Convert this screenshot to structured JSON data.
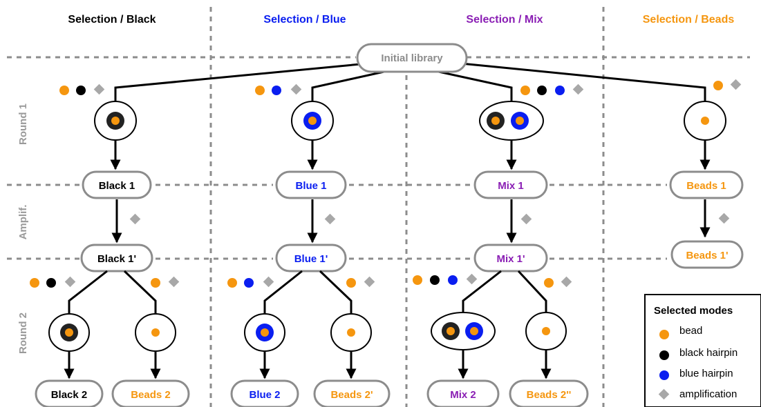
{
  "colors": {
    "black": "#000000",
    "blue": "#0a1ef0",
    "mix": "#8a1eb4",
    "beads": "#f5960f",
    "gray": "#9a9a9a",
    "amplification": "#a8a8a8"
  },
  "columns": [
    {
      "title": "Selection / Black",
      "color": "black"
    },
    {
      "title": "Selection / Blue",
      "color": "blue"
    },
    {
      "title": "Selection / Mix",
      "color": "mix"
    },
    {
      "title": "Selection / Beads",
      "color": "beads"
    }
  ],
  "rows": [
    "Round 1",
    "Amplif.",
    "Round 2"
  ],
  "initial_library": "Initial library",
  "nodes": {
    "black_1": "Black 1",
    "blue_1": "Blue 1",
    "mix_1": "Mix 1",
    "beads_1": "Beads 1",
    "black_1p": "Black 1'",
    "blue_1p": "Blue 1'",
    "mix_1p": "Mix 1'",
    "beads_1p": "Beads 1'",
    "black_2": "Black 2",
    "beads_2": "Beads 2",
    "blue_2": "Blue 2",
    "beads_2p": "Beads 2'",
    "mix_2": "Mix 2",
    "beads_2pp": "Beads 2''"
  },
  "legend": {
    "title": "Selected modes",
    "items": [
      {
        "label": "bead",
        "icon": "orange-dot-icon"
      },
      {
        "label": "black hairpin",
        "icon": "black-dot-icon"
      },
      {
        "label": "blue hairpin",
        "icon": "blue-dot-icon"
      },
      {
        "label": "amplification",
        "icon": "gray-diamond-icon"
      }
    ]
  }
}
